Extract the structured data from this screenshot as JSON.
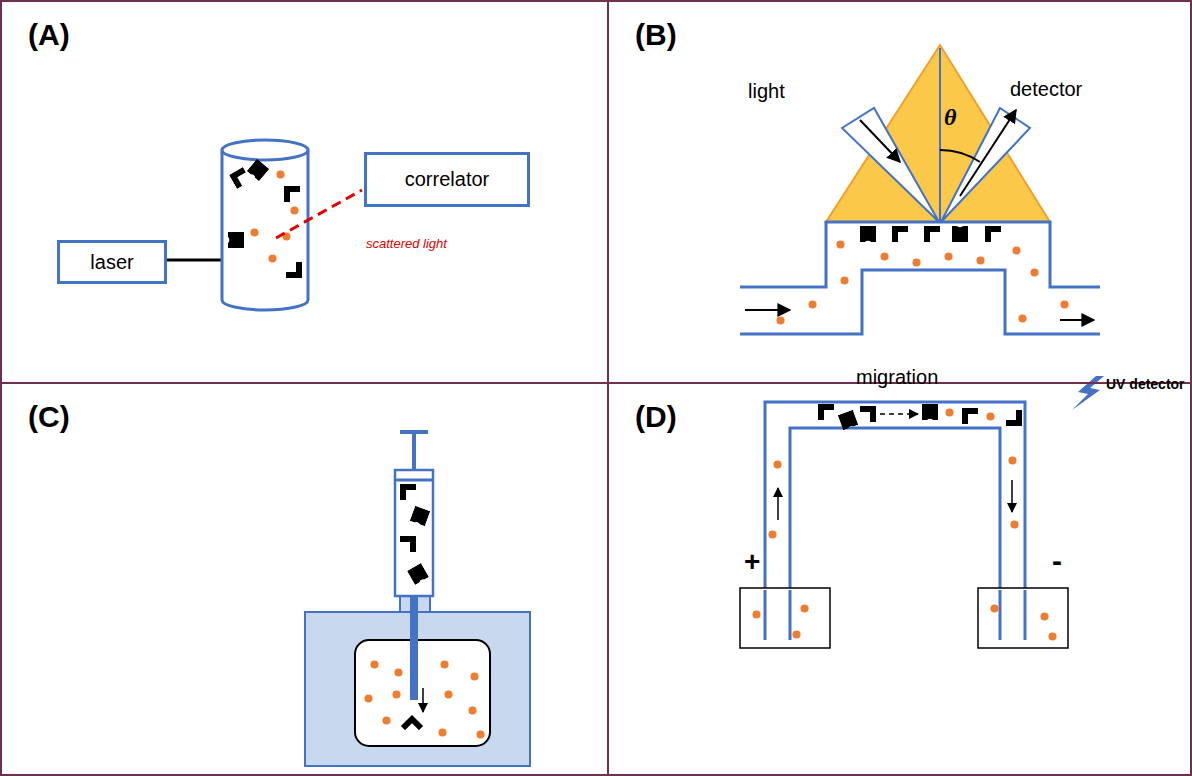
{
  "diagram": {
    "nodes": [
      {
        "text": [
          "(A)"
        ]
      },
      {
        "text": [
          "laser"
        ],
        "in": 0
      },
      {
        "text": [
          "correlator"
        ],
        "in": 0
      },
      {
        "text": [
          "(B)"
        ]
      },
      {
        "text": [
          "(C)"
        ]
      },
      {
        "text": [
          "(D)"
        ]
      }
    ],
    "labels": [
      "scattered light",
      "light",
      "detector",
      "θ",
      "migration",
      "UV detector",
      "+",
      "-"
    ]
  }
}
